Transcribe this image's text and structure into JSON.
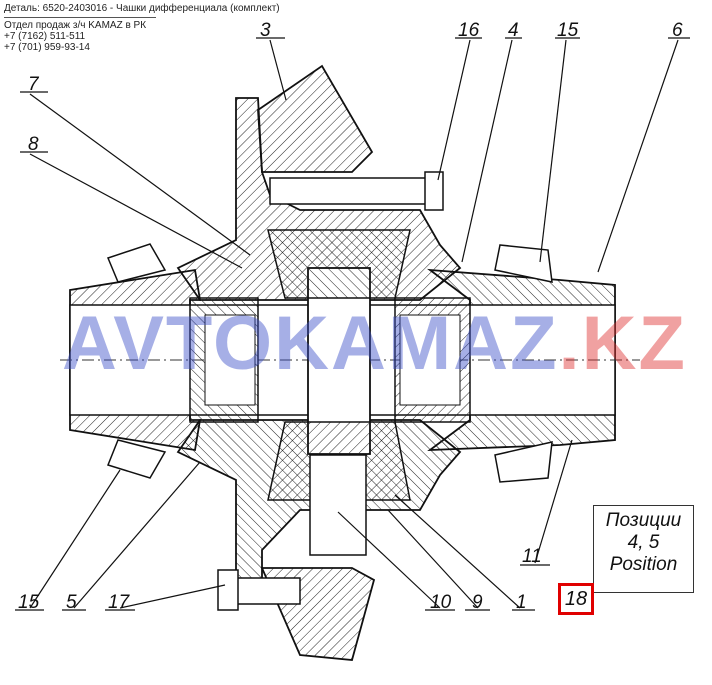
{
  "header": {
    "title": "Деталь: 6520-2403016 - Чашки дифференциала (комплект)",
    "dept": "Отдел продаж з/ч KAMAZ в РК",
    "phone1": "+7 (7162) 511-511",
    "phone2": "+7 (701) 959-93-14"
  },
  "labels": {
    "l3": "3",
    "l16": "16",
    "l4": "4",
    "l15a": "15",
    "l6": "6",
    "l7": "7",
    "l8": "8",
    "l11": "11",
    "l15b": "15",
    "l5": "5",
    "l17": "17",
    "l10": "10",
    "l9": "9",
    "l1": "1"
  },
  "position_box": {
    "line1": "Позиции",
    "line2": "4, 5",
    "line3": "Position"
  },
  "highlight": {
    "label": "18",
    "color": "#e00000"
  },
  "watermark": {
    "part1": "AVTOKAMAZ",
    "part2": ".KZ",
    "color1": "#3c4fc8",
    "color2": "#e03030"
  }
}
